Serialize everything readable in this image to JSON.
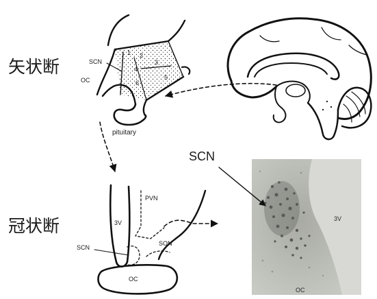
{
  "headings": {
    "sagittal": "矢状断",
    "coronal": "冠状断"
  },
  "sagittal_diagram": {
    "scn": "SCN",
    "oc": "OC",
    "pituitary": "pituitary",
    "regions": [
      "1",
      "2",
      "3",
      "4",
      "5",
      "6"
    ]
  },
  "coronal_diagram": {
    "third_ventricle": "3V",
    "pvn": "PVN",
    "scn": "SCN",
    "son": "SON",
    "oc": "OC"
  },
  "micrograph": {
    "scn_callout": "SCN",
    "third_ventricle": "3V",
    "oc": "OC"
  }
}
